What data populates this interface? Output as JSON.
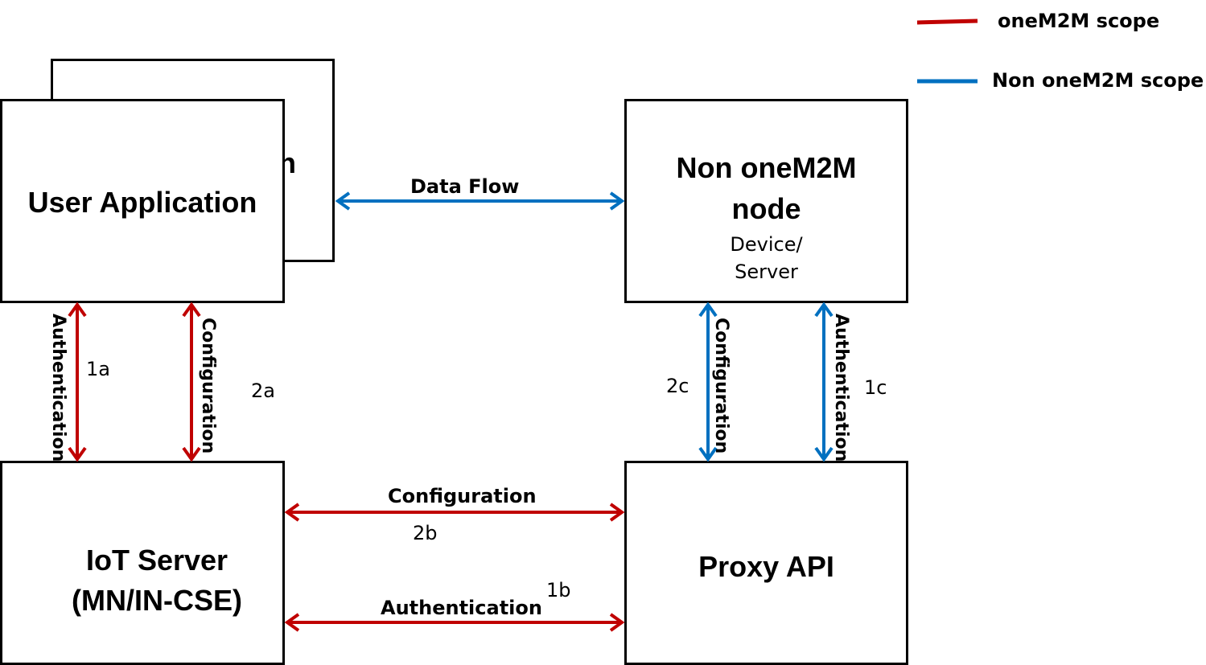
{
  "legend": {
    "items": [
      {
        "label": "oneM2M scope",
        "color": "#c00000"
      },
      {
        "label": "Non oneM2M scope",
        "color": "#0070c0"
      }
    ]
  },
  "nodes": {
    "user_application_back": {
      "title_fragment": "on"
    },
    "user_application": {
      "title": "User Application"
    },
    "non_onem2m_node": {
      "title_line1": "Non oneM2M",
      "title_line2": "node",
      "sub_line1": "Device/",
      "sub_line2": "Server"
    },
    "iot_server": {
      "title_line1": "IoT Server",
      "title_line2": "(MN/IN-CSE)"
    },
    "proxy_api": {
      "title": "Proxy API"
    }
  },
  "flows": {
    "data_flow": {
      "label": "Data Flow",
      "color": "#0070c0"
    },
    "auth_1a": {
      "label": "Authentication",
      "id": "1a",
      "color": "#c00000"
    },
    "config_2a": {
      "label": "Configuration",
      "id": "2a",
      "color": "#c00000"
    },
    "config_2c": {
      "label": "Configuration",
      "id": "2c",
      "color": "#0070c0"
    },
    "auth_1c": {
      "label": "Authentication",
      "id": "1c",
      "color": "#0070c0"
    },
    "config_2b": {
      "label": "Configuration",
      "id": "2b",
      "color": "#c00000"
    },
    "auth_1b": {
      "label": "Authentication",
      "id": "1b",
      "color": "#c00000"
    }
  }
}
